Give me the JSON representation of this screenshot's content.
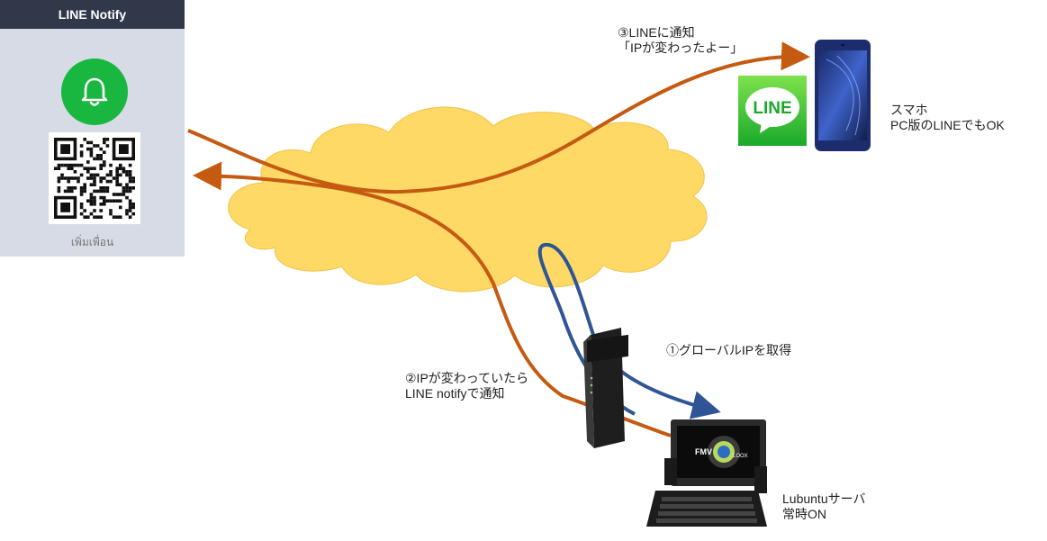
{
  "line_panel": {
    "title": "LINE Notify",
    "add_friend": "เพิ่มเพื่อน"
  },
  "line_logo_text": "LINE",
  "laptop_brand": "FMV",
  "laptop_model": "LOOX",
  "labels": {
    "step3_line1": "③LINEに通知",
    "step3_line2": "「IPが変わったよー」",
    "phone_line1": "スマホ",
    "phone_line2": "PC版のLINEでもOK",
    "step1": "①グローバルIPを取得",
    "step2_line1": "②IPが変わっていたら",
    "step2_line2": "LINE notifyで通知",
    "server_line1": "Lubuntuサーバ",
    "server_line2": "常時ON"
  },
  "colors": {
    "orange_arrow": "#c55a11",
    "blue_arrow": "#2f5597",
    "cloud_fill": "#ffd966",
    "line_green": "#19b73f"
  }
}
